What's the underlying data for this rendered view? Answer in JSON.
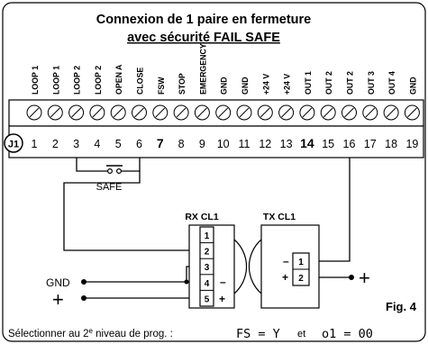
{
  "diagram": {
    "title": "Connexion de 1 paire en fermeture",
    "subtitle": "avec sécurité FAIL SAFE",
    "connector_label": "J1",
    "terminals": [
      {
        "num": "1",
        "label": "LOOP 1"
      },
      {
        "num": "2",
        "label": "LOOP 1"
      },
      {
        "num": "3",
        "label": "LOOP 2"
      },
      {
        "num": "4",
        "label": "LOOP 2"
      },
      {
        "num": "5",
        "label": "OPEN A"
      },
      {
        "num": "6",
        "label": "CLOSE"
      },
      {
        "num": "7",
        "label": "FSW"
      },
      {
        "num": "8",
        "label": "STOP"
      },
      {
        "num": "9",
        "label": "EMERGENCY"
      },
      {
        "num": "10",
        "label": "GND"
      },
      {
        "num": "11",
        "label": "GND"
      },
      {
        "num": "12",
        "label": "+24 V"
      },
      {
        "num": "13",
        "label": "+24 V"
      },
      {
        "num": "14",
        "label": "OUT 1"
      },
      {
        "num": "15",
        "label": "OUT 2"
      },
      {
        "num": "16",
        "label": "OUT 2"
      },
      {
        "num": "17",
        "label": "OUT 3"
      },
      {
        "num": "18",
        "label": "OUT 4"
      },
      {
        "num": "19",
        "label": "GND"
      }
    ],
    "bold_terminals": [
      "7",
      "14"
    ],
    "safe_label": "SAFE",
    "rx": {
      "title": "RX CL1",
      "pins": [
        "1",
        "2",
        "3",
        "4",
        "5"
      ],
      "polarity_minus": "–",
      "polarity_plus": "+"
    },
    "tx": {
      "title": "TX CL1",
      "pins": [
        "1",
        "2"
      ],
      "polarity_minus": "–",
      "polarity_plus": "+"
    },
    "gnd_label": "GND",
    "plus_symbol": "+",
    "fig_label": "Fig. 4",
    "footer": {
      "text_before": "Sélectionner au 2",
      "superscript": "e",
      "text_after": " niveau de prog. :",
      "code1": "FS = Y",
      "connector": "et",
      "code2": "o1 = 00"
    }
  }
}
